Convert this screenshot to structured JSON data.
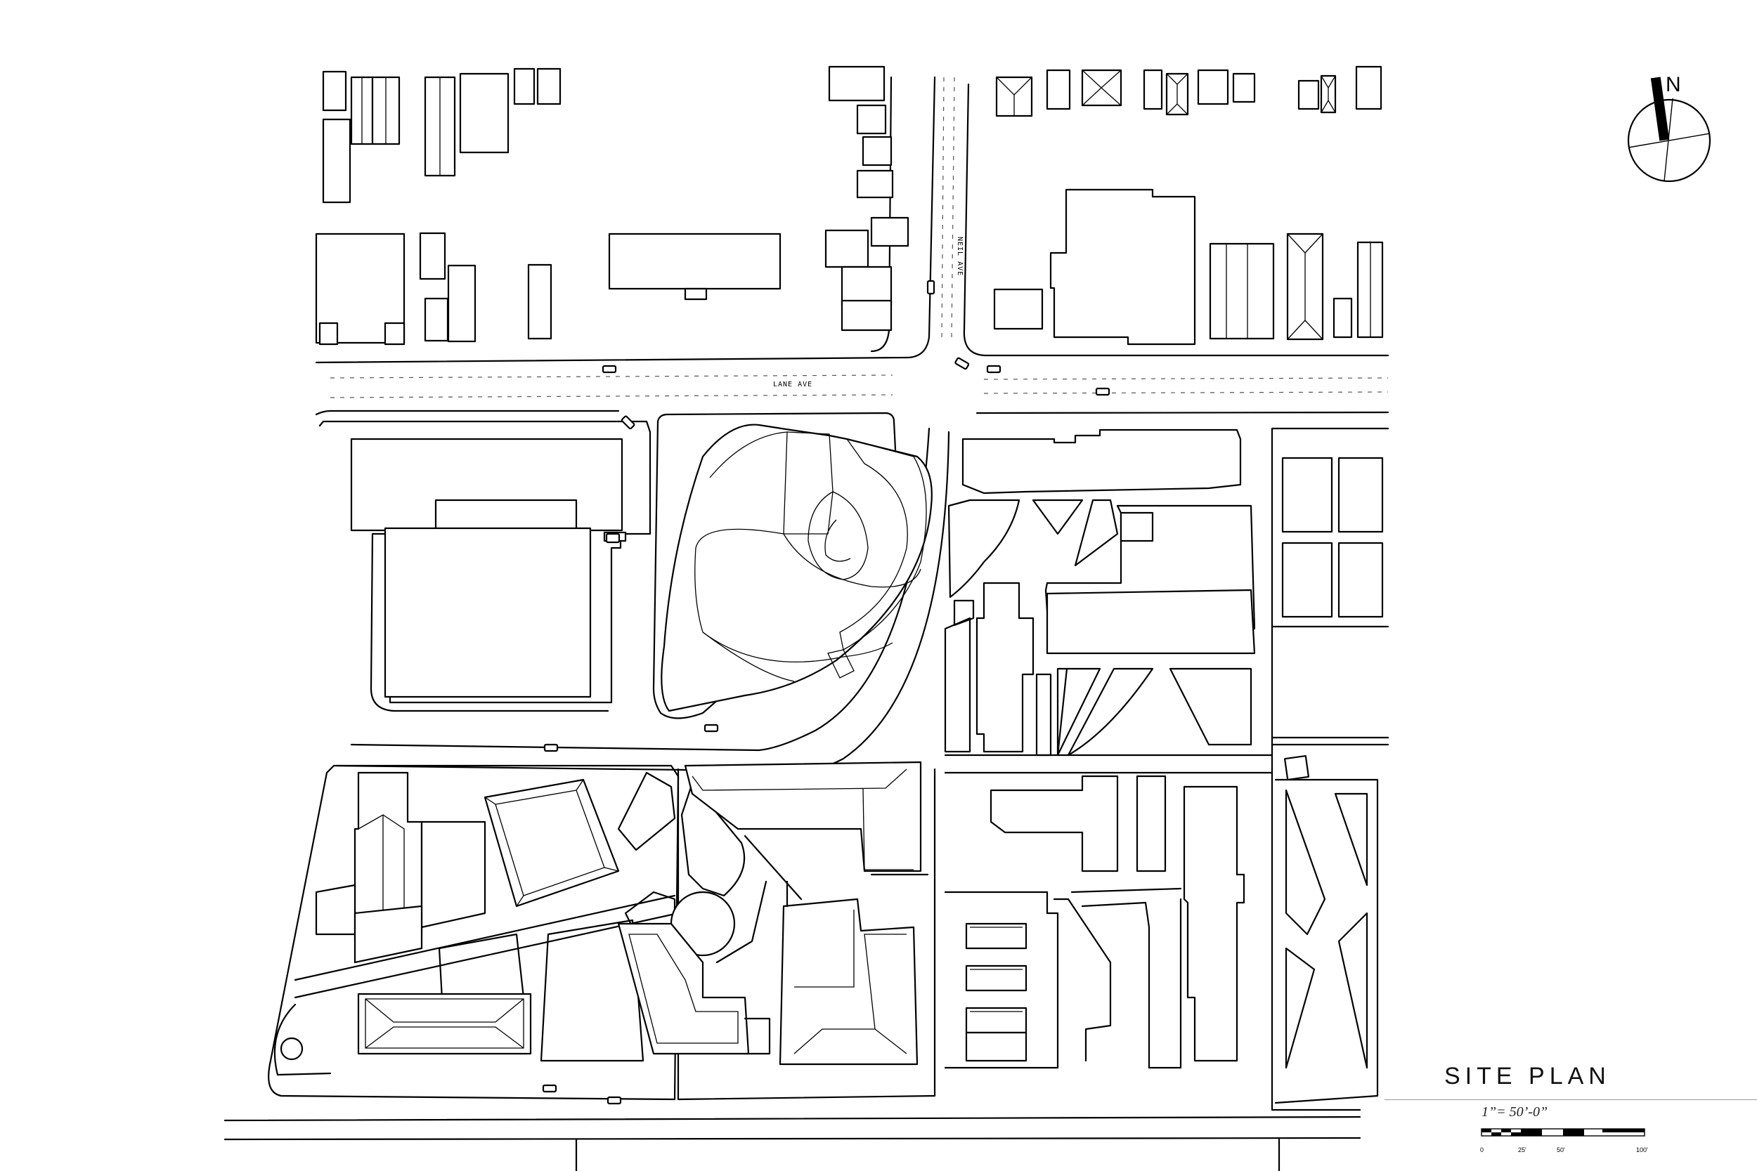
{
  "title": "SITE PLAN",
  "scale": {
    "label": "1”= 50’-0”",
    "ticks": [
      "0",
      "25'",
      "50'",
      "100'"
    ]
  },
  "north": {
    "label": "N"
  },
  "streets": {
    "lane": "LANE AVE",
    "neil": "NEIL AVE"
  }
}
